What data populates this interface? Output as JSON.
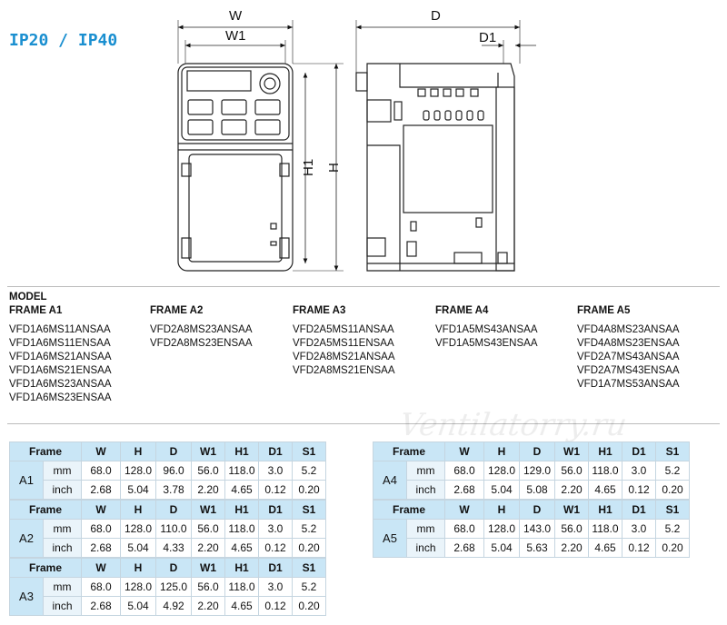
{
  "rating": "IP20 / IP40",
  "drawing": {
    "front_labels": {
      "w": "W",
      "w1": "W1",
      "h": "H",
      "h1": "H1"
    },
    "side_labels": {
      "d": "D",
      "d1": "D1"
    }
  },
  "models": {
    "heading": "MODEL",
    "frames": [
      {
        "title": "FRAME A1",
        "items": [
          "VFD1A6MS11ANSAA",
          "VFD1A6MS11ENSAA",
          "VFD1A6MS21ANSAA",
          "VFD1A6MS21ENSAA",
          "VFD1A6MS23ANSAA",
          "VFD1A6MS23ENSAA"
        ]
      },
      {
        "title": "FRAME A2",
        "items": [
          "VFD2A8MS23ANSAA",
          "VFD2A8MS23ENSAA"
        ]
      },
      {
        "title": "FRAME A3",
        "items": [
          "VFD2A5MS11ANSAA",
          "VFD2A5MS11ENSAA",
          "VFD2A8MS21ANSAA",
          "VFD2A8MS21ENSAA"
        ]
      },
      {
        "title": "FRAME A4",
        "items": [
          "VFD1A5MS43ANSAA",
          "VFD1A5MS43ENSAA"
        ]
      },
      {
        "title": "FRAME A5",
        "items": [
          "VFD4A8MS23ANSAA",
          "VFD4A8MS23ENSAA",
          "VFD2A7MS43ANSAA",
          "VFD2A7MS43ENSAA",
          "VFD1A7MS53ANSAA"
        ]
      }
    ]
  },
  "watermark": "Ventilatorry.ru",
  "tables": {
    "columns": [
      "Frame",
      "W",
      "H",
      "D",
      "W1",
      "H1",
      "D1",
      "S1"
    ],
    "frames": [
      {
        "name": "A1",
        "mm": [
          "68.0",
          "128.0",
          "96.0",
          "56.0",
          "118.0",
          "3.0",
          "5.2"
        ],
        "inch": [
          "2.68",
          "5.04",
          "3.78",
          "2.20",
          "4.65",
          "0.12",
          "0.20"
        ]
      },
      {
        "name": "A2",
        "mm": [
          "68.0",
          "128.0",
          "110.0",
          "56.0",
          "118.0",
          "3.0",
          "5.2"
        ],
        "inch": [
          "2.68",
          "5.04",
          "4.33",
          "2.20",
          "4.65",
          "0.12",
          "0.20"
        ]
      },
      {
        "name": "A3",
        "mm": [
          "68.0",
          "128.0",
          "125.0",
          "56.0",
          "118.0",
          "3.0",
          "5.2"
        ],
        "inch": [
          "2.68",
          "5.04",
          "4.92",
          "2.20",
          "4.65",
          "0.12",
          "0.20"
        ]
      },
      {
        "name": "A4",
        "mm": [
          "68.0",
          "128.0",
          "129.0",
          "56.0",
          "118.0",
          "3.0",
          "5.2"
        ],
        "inch": [
          "2.68",
          "5.04",
          "5.08",
          "2.20",
          "4.65",
          "0.12",
          "0.20"
        ]
      },
      {
        "name": "A5",
        "mm": [
          "68.0",
          "128.0",
          "143.0",
          "56.0",
          "118.0",
          "3.0",
          "5.2"
        ],
        "inch": [
          "2.68",
          "5.04",
          "5.63",
          "2.20",
          "4.65",
          "0.12",
          "0.20"
        ]
      }
    ],
    "unit_mm": "mm",
    "unit_inch": "inch"
  },
  "colors": {
    "accent": "#1a8fd0",
    "header_fill": "#c9e6f6",
    "unit_fill": "#eaf4fa"
  }
}
